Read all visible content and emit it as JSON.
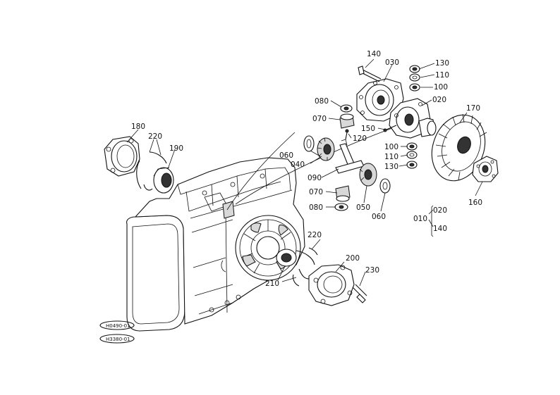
{
  "parts": {
    "p010": "010",
    "p020": "020",
    "p020_sub": "020",
    "p030": "030",
    "p040": "040",
    "p050": "050",
    "p060a": "060",
    "p060b": "060",
    "p070a": "070",
    "p070b": "070",
    "p080a": "080",
    "p080b": "080",
    "p090": "090",
    "p100a": "100",
    "p100b": "100",
    "p110a": "110",
    "p110b": "110",
    "p120": "120",
    "p130a": "130",
    "p130b": "130",
    "p140a": "140",
    "p140_sub": "140",
    "p150": "150",
    "p160": "160",
    "p170": "170",
    "p180": "180",
    "p190": "190",
    "p200": "200",
    "p210": "210",
    "p220a": "220",
    "p220b": "220",
    "p230": "230"
  },
  "stamps": {
    "code1": "H0490-01",
    "code2": "H3380-01"
  }
}
